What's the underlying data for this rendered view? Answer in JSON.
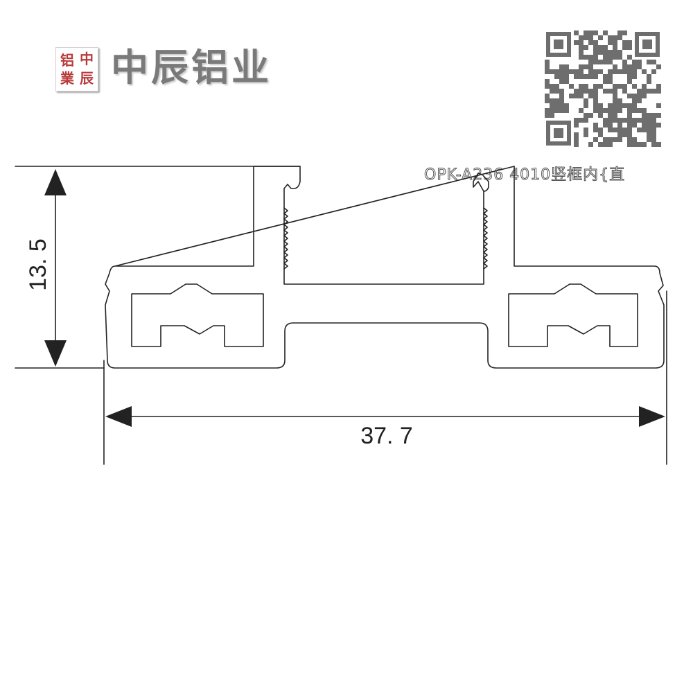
{
  "logo": {
    "seal_chars": [
      "铝",
      "中",
      "業",
      "辰"
    ],
    "brand_name": "中辰铝业"
  },
  "product": {
    "model": "OPK-A236  4010竖框内{直"
  },
  "qr_icon": "qr-code-icon",
  "dimensions": {
    "height": "13. 5",
    "width": "37. 7"
  },
  "colors": {
    "line": "#222222",
    "seal": "#b83a3a",
    "brand": "#7a7a7a"
  }
}
